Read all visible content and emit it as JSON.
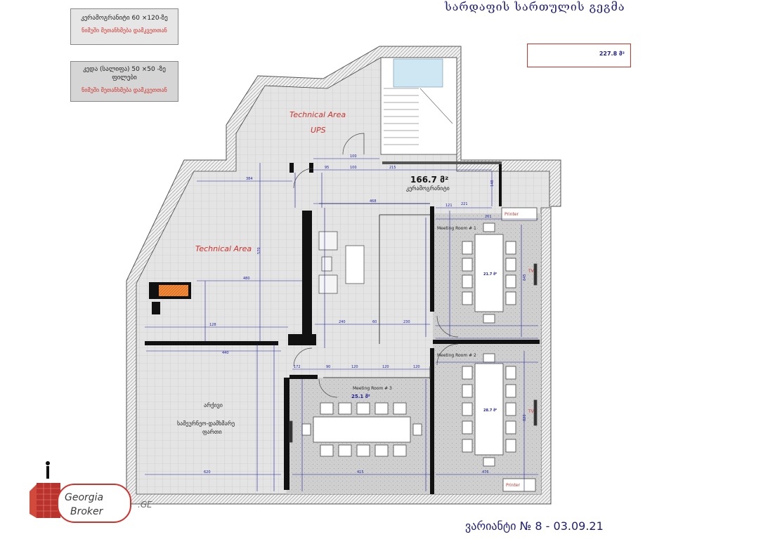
{
  "title": "სარდაფის სართულის გეგმა",
  "legend": [
    {
      "line1": "კერამოგრანიტი  60 ×120-ზე",
      "line2": "ნიმუში მეთანხმება დამკვეთთან"
    },
    {
      "line1": "კედა (სალიფა)  50 ×50 -ზე",
      "line1b": "ფილები",
      "line2": "ნიმუში მეთანხმება დამკვეთთან"
    }
  ],
  "area_total": "227.8 მ²",
  "main_area": {
    "value": "166.7 მ²",
    "label": "კერამოგრანიტი"
  },
  "rooms": {
    "tech_ups_1": "Technical  Area",
    "tech_ups_2": "UPS",
    "tech_area": "Technical  Area",
    "archive_1": "არქივი",
    "archive_2": "სამეურნეო-დამხმარე",
    "archive_3": "ფართი",
    "meeting1": "Meeting Room  # 1",
    "meeting1_area": "21.7 მ²",
    "meeting2": "Meeting Room  # 2",
    "meeting2_area": "28.7 მ²",
    "meeting3": "Meeting Room  # 3",
    "meeting3_area": "25.1 მ²"
  },
  "equipment": {
    "printer": "Printer",
    "tv": "TV"
  },
  "dims": {
    "d100a": "100",
    "d95": "95",
    "d100b": "100",
    "d215": "215",
    "d148": "148",
    "d384": "384",
    "d468": "468",
    "d121": "121",
    "d261": "261",
    "d221": "221",
    "d480": "480",
    "d128": "128",
    "d90": "90",
    "d230": "230",
    "d240": "240",
    "d440": "440",
    "d60": "60",
    "d172": "172",
    "d120a": "120",
    "d120b": "120",
    "d120c": "120",
    "d620": "620",
    "d415": "415",
    "d476": "476",
    "d570": "570",
    "d645": "645",
    "d820": "820"
  },
  "logo": {
    "line1": "Georgia",
    "line2": "Broker",
    "suffix": ".GE"
  },
  "variant": "ვარიანტი № 8   -  03.09.21",
  "colors": {
    "wall": "#111111",
    "dim": "#1d1d9a",
    "red_label": "#d0322b",
    "floor": "#d9d9d9"
  }
}
